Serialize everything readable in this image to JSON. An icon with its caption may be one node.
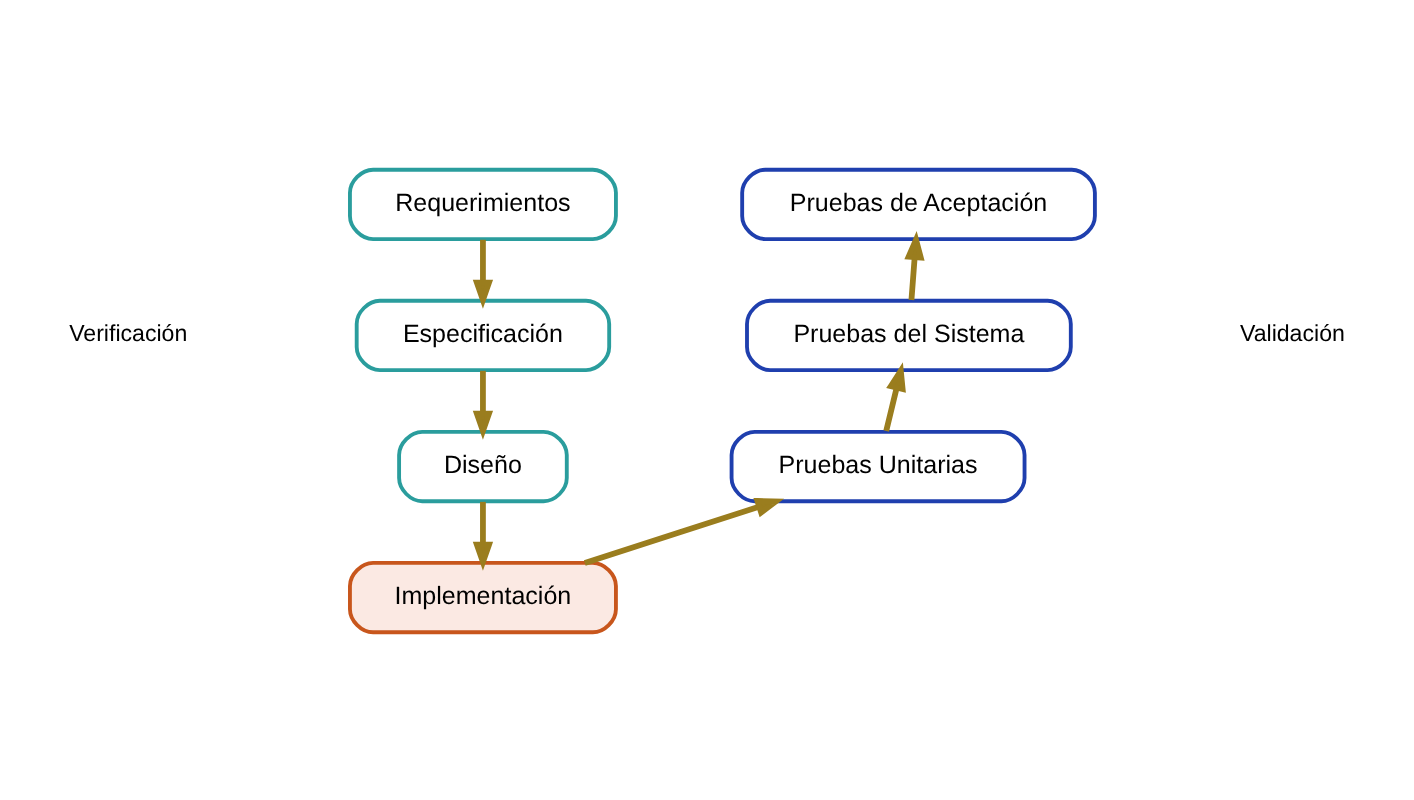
{
  "diagram": {
    "nodes": [
      {
        "text": [
          "Requerimientos"
        ]
      },
      {
        "text": [
          "Especificación"
        ]
      },
      {
        "text": [
          "Diseño"
        ]
      },
      {
        "text": [
          "Implementación"
        ]
      },
      {
        "text": [
          "Pruebas Unitarias"
        ]
      },
      {
        "text": [
          "Pruebas del Sistema"
        ]
      },
      {
        "text": [
          "Pruebas de Aceptación"
        ]
      }
    ],
    "edges": [
      {
        "from": 0,
        "to": 1,
        "arrow": "to"
      },
      {
        "from": 1,
        "to": 2,
        "arrow": "to"
      },
      {
        "from": 2,
        "to": 3,
        "arrow": "to"
      },
      {
        "from": 3,
        "to": 4,
        "arrow": "to"
      },
      {
        "from": 4,
        "to": 5,
        "arrow": "to"
      },
      {
        "from": 5,
        "to": 6,
        "arrow": "to"
      }
    ],
    "labels": [
      "Verificación",
      "Validación"
    ]
  }
}
